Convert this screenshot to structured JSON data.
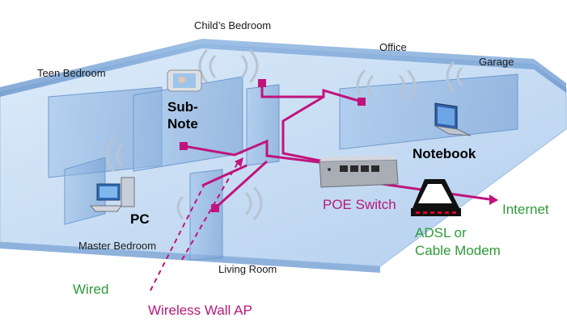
{
  "rooms": {
    "childs_bedroom": "Child’s Bedroom",
    "office": "Office",
    "garage": "Garage",
    "teen_bedroom": "Teen Bedroom",
    "master_bedroom": "Master Bedroom",
    "living_room": "Living Room"
  },
  "devices": {
    "subnote": "Sub-\nNote",
    "notebook": "Notebook",
    "pc": "PC",
    "poe_switch": "POE Switch",
    "modem": "ADSL or\nCable Modem"
  },
  "links": {
    "internet": "Internet",
    "wired": "Wired",
    "wireless_ap": "Wireless Wall AP"
  },
  "colors": {
    "floor": "#cfe2f5",
    "wall": "#7da7d6",
    "cable": "#c0147c",
    "internet_text": "#2e9a3a",
    "device_text": "#000000"
  }
}
